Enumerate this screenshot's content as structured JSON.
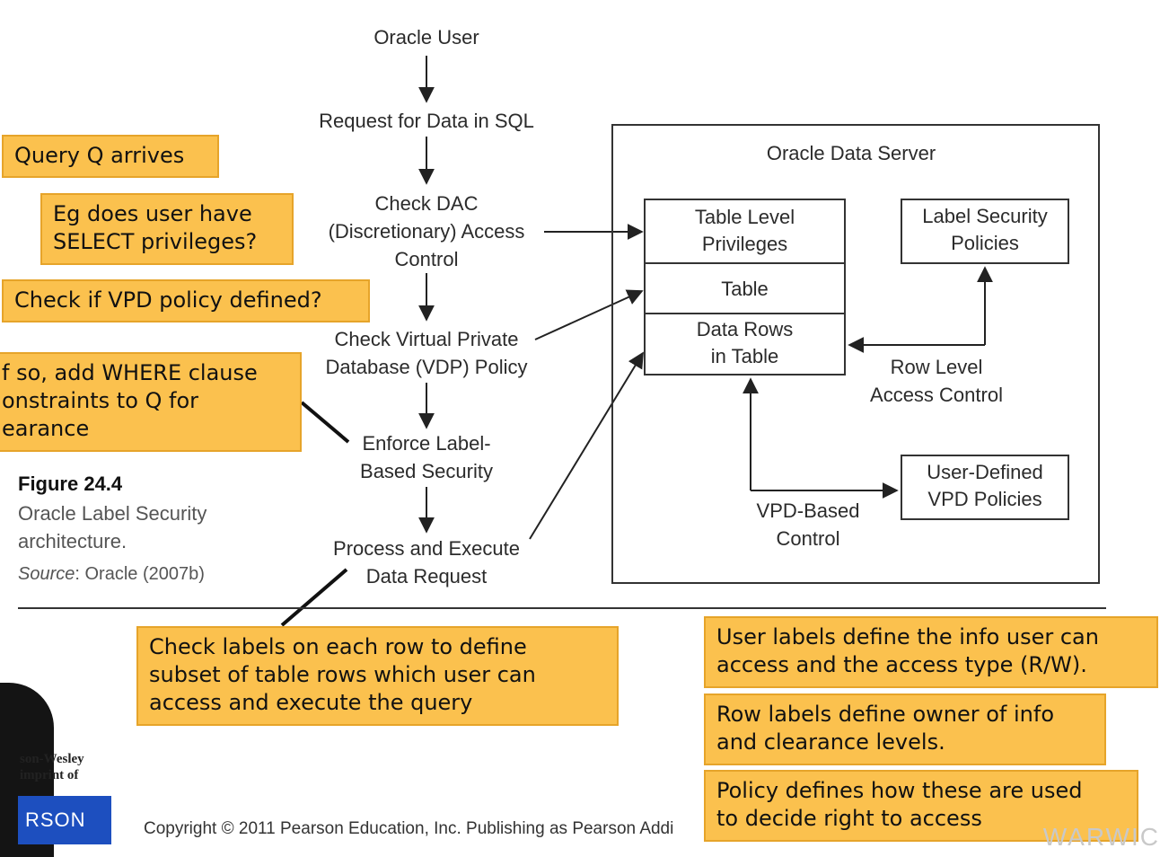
{
  "flow": {
    "oracle_user": "Oracle User",
    "request": "Request for Data in SQL",
    "check_dac": "Check DAC\n(Discretionary) Access\nControl",
    "check_vpd": "Check Virtual Private\nDatabase (VDP) Policy",
    "enforce_label": "Enforce Label-\nBased Security",
    "process": "Process and Execute\nData Request"
  },
  "server": {
    "title": "Oracle Data Server",
    "table_level": "Table Level\nPrivileges",
    "table": "Table",
    "data_rows": "Data Rows\nin Table",
    "label_policies": "Label Security\nPolicies",
    "row_level": "Row Level\nAccess Control",
    "user_defined": "User-Defined\nVPD Policies",
    "vpd_control": "VPD-Based\nControl"
  },
  "caption": {
    "title": "Figure 24.4",
    "text": "Oracle Label Security\narchitecture.",
    "source_label": "Source",
    "source_text": ": Oracle (2007b)"
  },
  "notes": {
    "query_arrives": "Query Q arrives",
    "select_priv": "Eg does user have\nSELECT privileges?",
    "vpd_defined": "Check if VPD policy defined?",
    "where_clause": "f so, add WHERE clause\nonstraints to Q for\nearance",
    "check_labels": "Check labels on each row to define\nsubset of table rows which user can\naccess and execute the query",
    "user_labels": "User labels define the info user can\naccess and the access type (R/W).",
    "row_labels": "Row labels define owner of info\nand clearance levels.",
    "policy": "Policy defines how these are used\nto decide right to access"
  },
  "footer": {
    "copyright": "Copyright © 2011 Pearson Education, Inc. Publishing as Pearson Addi",
    "publisher": "son-Wesley\nimprint of",
    "logo": "RSON",
    "watermark": "WARWIC"
  }
}
